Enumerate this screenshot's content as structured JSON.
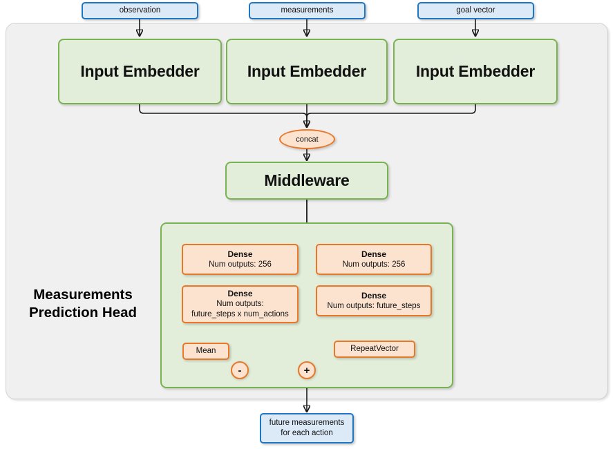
{
  "diagram": {
    "title_label": "Measurements\nPrediction Head",
    "colors": {
      "blue_border": "#1f77c4",
      "blue_fill": "#dce9f7",
      "green_border": "#79b351",
      "green_fill": "#e2eed9",
      "orange_border": "#e8772a",
      "orange_fill": "#fce3d0",
      "container_fill": "#f0f0f0"
    }
  },
  "inputs": [
    {
      "label": "observation"
    },
    {
      "label": "measurements"
    },
    {
      "label": "goal vector"
    }
  ],
  "embedders": [
    {
      "label": "Input Embedder"
    },
    {
      "label": "Input Embedder"
    },
    {
      "label": "Input Embedder"
    }
  ],
  "concat": {
    "label": "concat"
  },
  "middleware": {
    "label": "Middleware"
  },
  "head": {
    "label_line1": "Measurements",
    "label_line2": "Prediction Head",
    "left_branch": {
      "dense1": {
        "title": "Dense",
        "line1": "Num outputs: 256"
      },
      "dense2": {
        "title": "Dense",
        "line1": "Num outputs:",
        "line2": "future_steps x num_actions"
      },
      "mean": {
        "label": "Mean"
      },
      "op": {
        "label": "-"
      }
    },
    "right_branch": {
      "dense1": {
        "title": "Dense",
        "line1": "Num outputs: 256"
      },
      "dense2": {
        "title": "Dense",
        "line1": "Num outputs: future_steps"
      },
      "repeat_vector": {
        "label": "RepeatVector"
      }
    },
    "merge_op": {
      "label": "+"
    }
  },
  "output": {
    "line1": "future measurements",
    "line2": "for each action"
  }
}
